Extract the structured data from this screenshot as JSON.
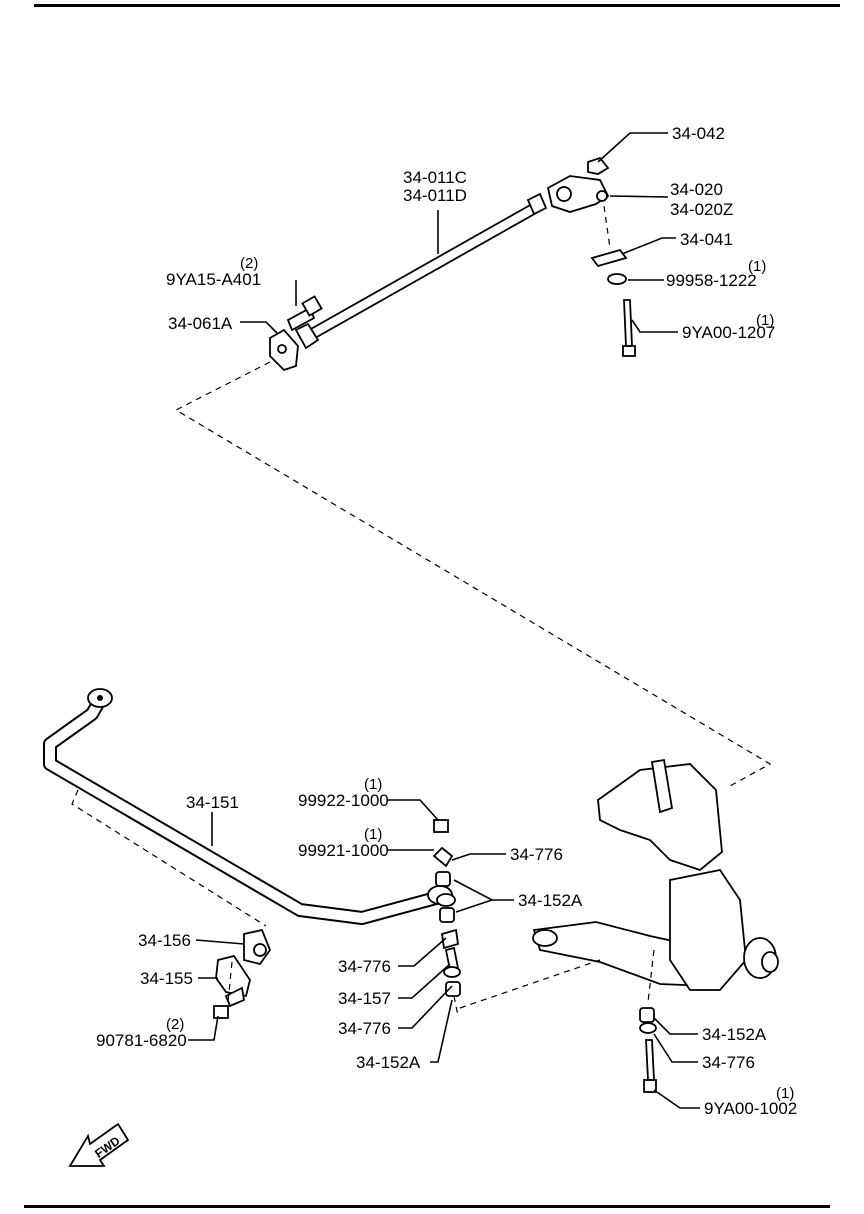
{
  "labels": {
    "p34_042": "34-042",
    "p34_011c": "34-011C",
    "p34_011d": "34-011D",
    "p34_020": "34-020",
    "p34_020z": "34-020Z",
    "p34_041": "34-041",
    "p99958": "99958-1222",
    "q99958": "(1)",
    "p9ya15": "9YA15-A401",
    "q9ya15": "(2)",
    "p34_061a": "34-061A",
    "p9ya00_1207": "9YA00-1207",
    "q9ya00_1207": "(1)",
    "p34_151": "34-151",
    "p99922": "99922-1000",
    "q99922": "(1)",
    "p99921": "99921-1000",
    "q99921": "(1)",
    "p34_776_a": "34-776",
    "p34_152a_a": "34-152A",
    "p34_776_b": "34-776",
    "p34_157": "34-157",
    "p34_776_c": "34-776",
    "p34_152a_b": "34-152A",
    "p34_156": "34-156",
    "p34_155": "34-155",
    "p90781": "90781-6820",
    "q90781": "(2)",
    "p34_152a_c": "34-152A",
    "p34_776_d": "34-776",
    "p9ya00_1002": "9YA00-1002",
    "q9ya00_1002": "(1)"
  },
  "fwd_arrow": "FWD"
}
